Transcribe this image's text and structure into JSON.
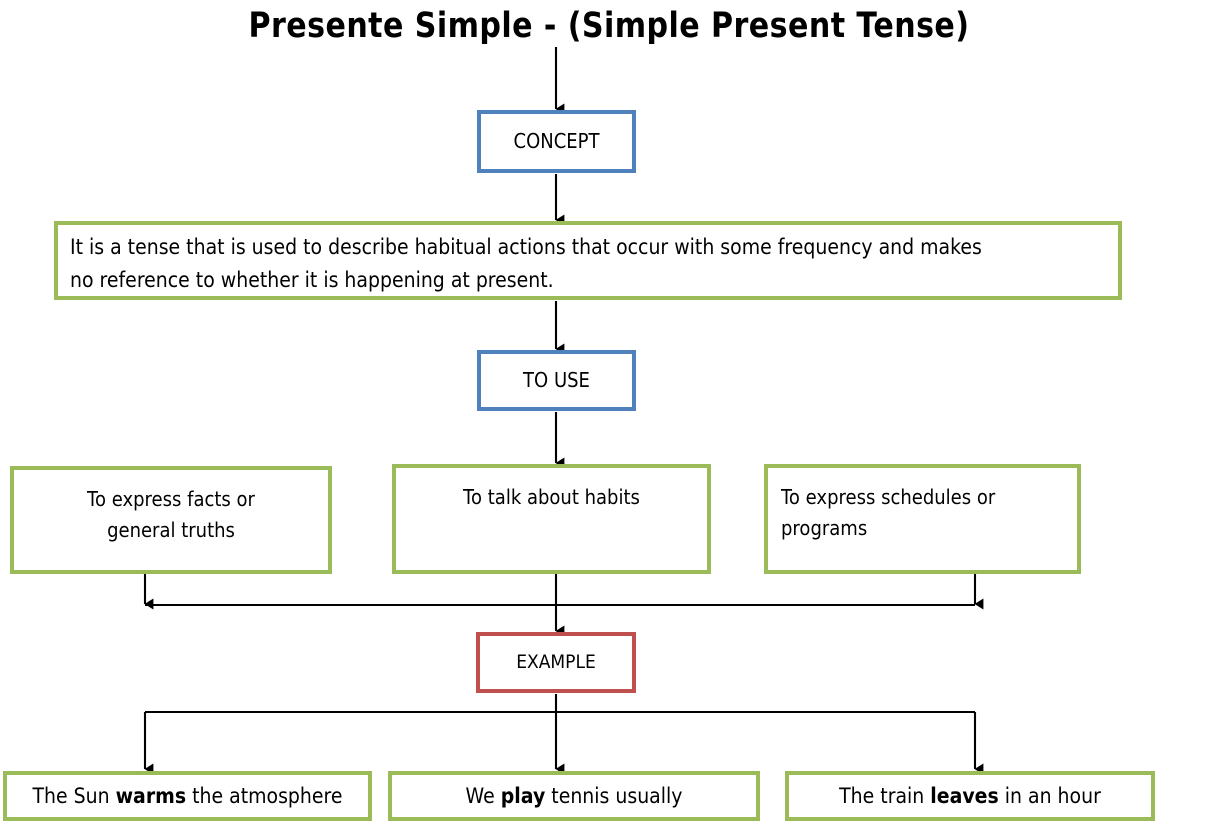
{
  "title": "Presente Simple - (Simple Present Tense)",
  "colors": {
    "blue": "#4F81BD",
    "green": "#9BBB59",
    "red": "#C0504D",
    "line": "#000000",
    "background": "#FFFFFF",
    "text": "#000000"
  },
  "nodes": {
    "concept": {
      "label": "CONCEPT",
      "color": "blue"
    },
    "description": {
      "line1": "It is a tense that is used to describe habitual actions that occur with some frequency and makes",
      "line2": "no reference to whether it is happening at present.",
      "color": "green"
    },
    "to_use": {
      "label": "TO USE",
      "color": "blue"
    },
    "uses": [
      {
        "line1": "To express facts or",
        "line2": "general truths",
        "color": "green"
      },
      {
        "line1": "To talk about habits",
        "line2": "",
        "color": "green"
      },
      {
        "line1": "To express schedules or",
        "line2": "programs",
        "color": "green"
      }
    ],
    "example": {
      "label": "EXAMPLE",
      "color": "red"
    },
    "examples": [
      {
        "before": "The Sun ",
        "bold": "warms",
        "after": " the atmosphere",
        "color": "green"
      },
      {
        "before": "We ",
        "bold": "play",
        "after": " tennis usually",
        "color": "green"
      },
      {
        "before": "The train ",
        "bold": "leaves",
        "after": " in an hour",
        "color": "green"
      }
    ]
  },
  "connectors": [
    "title-to-concept",
    "concept-to-description",
    "description-to-to-use",
    "to-use-to-uses",
    "uses-to-example",
    "example-to-examples"
  ]
}
